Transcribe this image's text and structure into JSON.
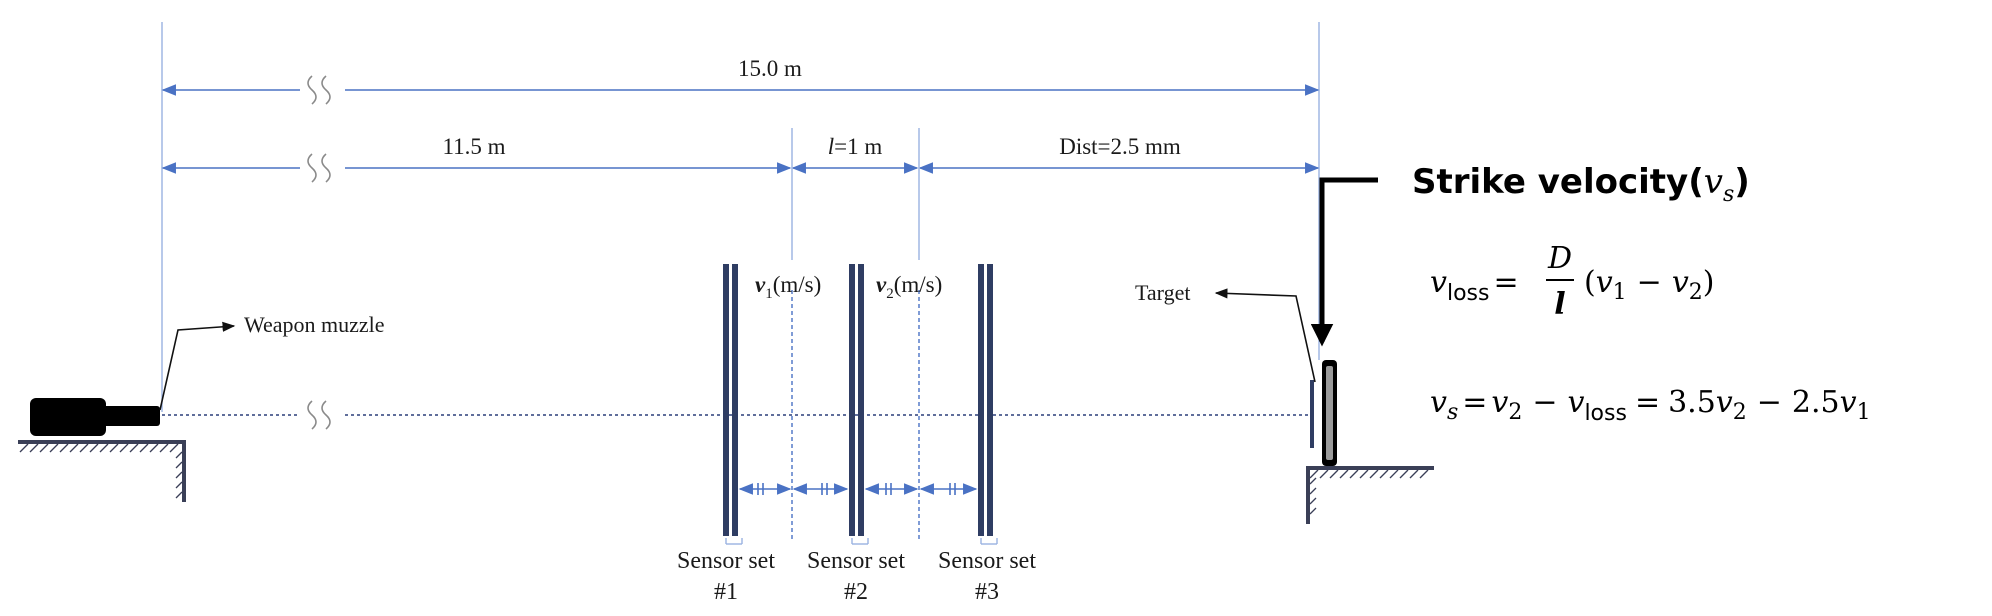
{
  "dimensions": {
    "total": "15.0 m",
    "muzzle_to_sensor1": "11.5 m",
    "sensor_spacing_symbol": "l",
    "sensor_spacing_rest": "=1 m",
    "sensor3_to_target": "Dist=2.5 mm"
  },
  "labels": {
    "weapon_muzzle": "Weapon muzzle",
    "target": "Target"
  },
  "velocities": {
    "v1": {
      "symbol": "v",
      "subscript": "1",
      "unit": "(m/s)"
    },
    "v2": {
      "symbol": "v",
      "subscript": "2",
      "unit": "(m/s)"
    }
  },
  "sensors": [
    {
      "line1": "Sensor set",
      "line2": "#1"
    },
    {
      "line1": "Sensor set",
      "line2": "#2"
    },
    {
      "line1": "Sensor set",
      "line2": "#3"
    }
  ],
  "strike_velocity": {
    "title": "Strike velocity(",
    "symbol": "v",
    "subscript": "s",
    "close": ")"
  },
  "equations": {
    "vloss": {
      "lhs_symbol": "v",
      "lhs_sub": "loss",
      "equals": "=",
      "numerator": "D",
      "denominator": "l",
      "open": "(",
      "a_symbol": "v",
      "a_sub": "1",
      "minus": "−",
      "b_symbol": "v",
      "b_sub": "2",
      "close": ")"
    },
    "vs": {
      "lhs_symbol": "v",
      "lhs_sub": "s",
      "equals": "=",
      "t1_symbol": "v",
      "t1_sub": "2",
      "minus1": "−",
      "t2_symbol": "v",
      "t2_sub": "loss",
      "equals2": "=",
      "c1": "3.5",
      "t3_symbol": "v",
      "t3_sub": "2",
      "minus2": "−",
      "c2": "2.5",
      "t4_symbol": "v",
      "t4_sub": "1"
    }
  },
  "colors": {
    "dimension": "#4a72c4",
    "axis": "#2b3f7a",
    "sensor_bar": "#2f3d63",
    "weapon": "#000000"
  }
}
